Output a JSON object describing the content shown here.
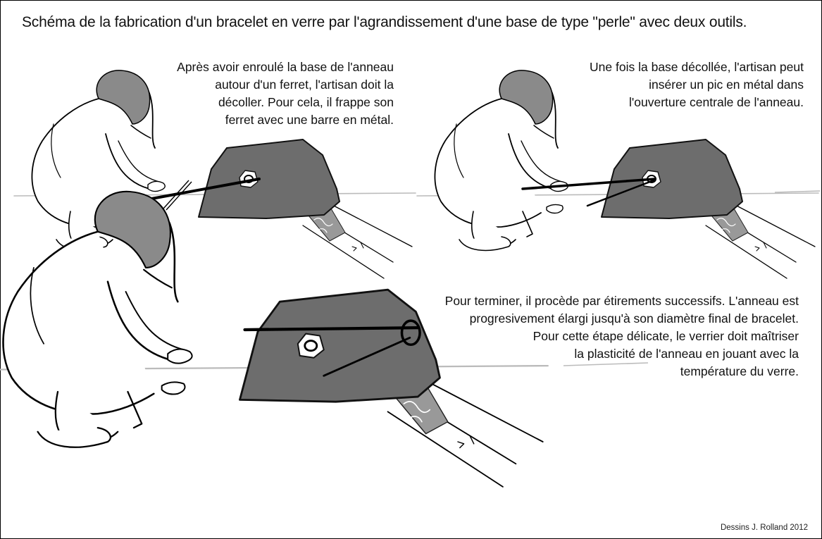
{
  "title": "Schéma de la fabrication d'un bracelet en verre par l'agrandissement d'une base de type \"perle\" avec deux outils.",
  "captions": [
    {
      "lines": [
        "Après avoir enroulé la base de l'anneau",
        "autour d'un ferret, l'artisan doit la",
        "décoller. Pour cela, il frappe son",
        "ferret avec une barre en métal."
      ]
    },
    {
      "lines": [
        "Une fois la base décollée, l'artisan peut",
        "insérer un pic en métal dans",
        "l'ouverture centrale de l'anneau."
      ]
    },
    {
      "lines": [
        "Pour terminer, il procède par étirements successifs. L'anneau est",
        "progresivement élargi jusqu'à son diamètre final de bracelet.",
        "Pour cette étape délicate, le verrier doit maîtriser",
        "la plasticité de l'anneau en jouant avec la",
        "température du verre."
      ]
    }
  ],
  "credit": "Dessins J. Rolland 2012",
  "colors": {
    "furnace": "#6d6d6d",
    "ink": "#000000",
    "paper": "#ffffff"
  }
}
